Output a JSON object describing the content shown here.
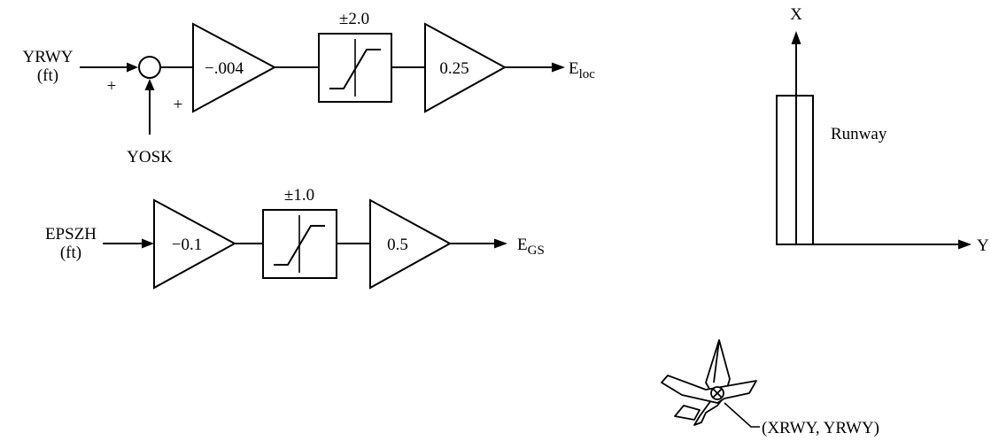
{
  "loop1": {
    "input_name": "YRWY",
    "input_unit": "(ft)",
    "sum_plus_left": "+",
    "sum_plus_bottom": "+",
    "offset_input": "YOSK",
    "gain1": "−.004",
    "limit": "±2.0",
    "gain2": "0.25",
    "output_main": "E",
    "output_sub": "loc"
  },
  "loop2": {
    "input_name": "EPSZH",
    "input_unit": "(ft)",
    "gain1": "−0.1",
    "limit": "±1.0",
    "gain2": "0.5",
    "output_main": "E",
    "output_sub": "GS"
  },
  "runway": {
    "x_axis": "X",
    "y_axis": "Y",
    "label": "Runway",
    "aircraft_label": "(XRWY, YRWY)"
  }
}
